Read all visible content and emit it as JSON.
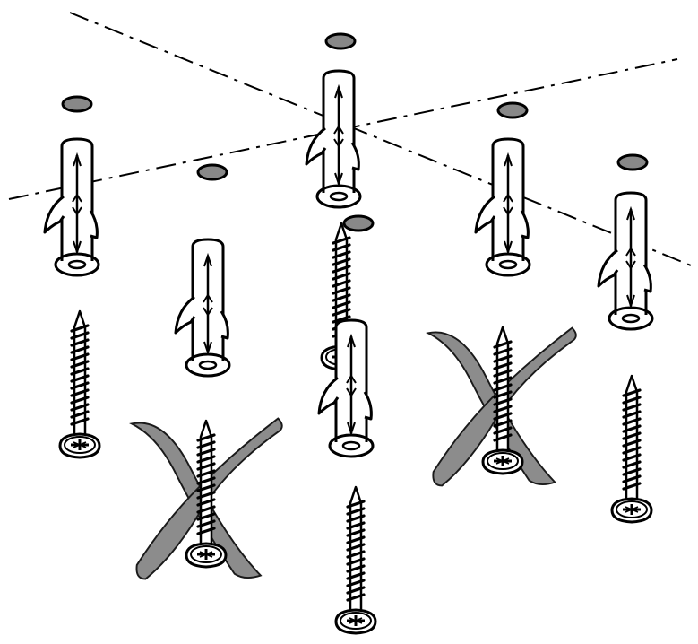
{
  "title": "",
  "colors": {
    "background": "#ffffff",
    "outline": "#000000",
    "hole_fill": "#888888",
    "plug_fill": "#ffffff",
    "cross_fill": "#8c8c8c",
    "cross_stroke": "#1a1a1a"
  },
  "icons": {
    "guide_line": "dash-dot-line",
    "drill_hole": "drill-hole-marker",
    "wall_plug": "wall-plug-anchor",
    "screw": "pan-head-screw",
    "wrong_mark": "x-cross-mark"
  },
  "drill_holes": [
    {
      "id": "hole-1"
    },
    {
      "id": "hole-2"
    },
    {
      "id": "hole-3"
    },
    {
      "id": "hole-4"
    },
    {
      "id": "hole-5"
    },
    {
      "id": "hole-6"
    },
    {
      "id": "hole-7"
    }
  ],
  "wall_plugs": [
    {
      "id": "plug-1"
    },
    {
      "id": "plug-2"
    },
    {
      "id": "plug-3"
    },
    {
      "id": "plug-4"
    },
    {
      "id": "plug-5"
    },
    {
      "id": "plug-6"
    }
  ],
  "screws": [
    {
      "id": "screw-1"
    },
    {
      "id": "screw-2"
    },
    {
      "id": "screw-3"
    },
    {
      "id": "screw-4"
    },
    {
      "id": "screw-5"
    },
    {
      "id": "screw-6"
    }
  ],
  "incorrect_marks": [
    {
      "id": "cross-left"
    },
    {
      "id": "cross-right"
    }
  ]
}
